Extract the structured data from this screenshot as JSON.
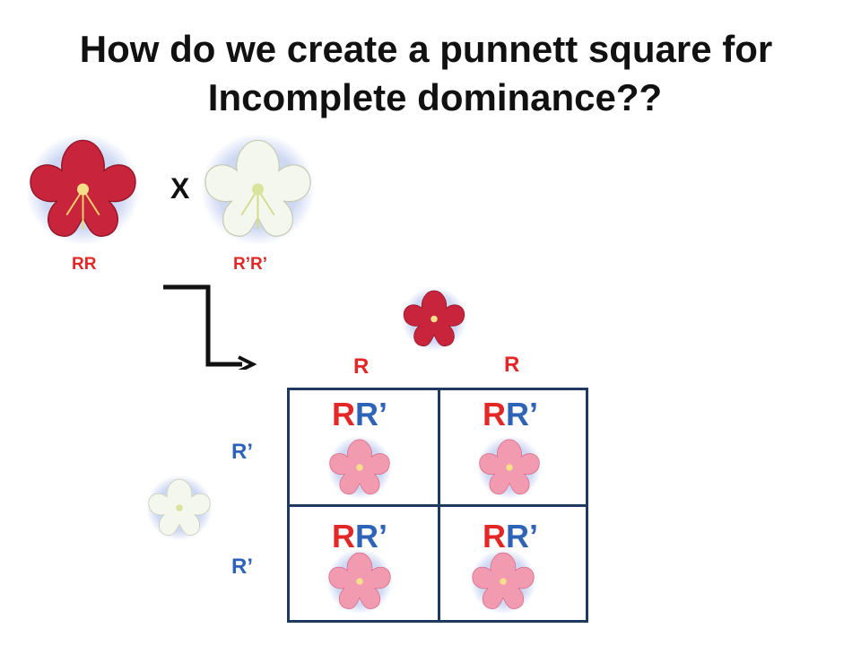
{
  "slide": {
    "title_line1": "How do we create a punnett square for",
    "title_line2": "Incomplete dominance??",
    "cross_symbol": "X",
    "parent_red_genotype": "RR",
    "parent_white_genotype": "R’R’",
    "top_alleles": [
      "R",
      "R"
    ],
    "side_alleles": [
      "R’",
      "R’"
    ],
    "cells": [
      {
        "a": "R",
        "b": "R’"
      },
      {
        "a": "R",
        "b": "R’"
      },
      {
        "a": "R",
        "b": "R’"
      },
      {
        "a": "R",
        "b": "R’"
      }
    ]
  },
  "colors": {
    "red_allele": "#e32626",
    "white_allele": "#2f63b8",
    "grid": "#1f3a5f",
    "red_flower": "#c8243c",
    "white_flower": "#f4f7ee",
    "pink_flower": "#f29ab0"
  }
}
